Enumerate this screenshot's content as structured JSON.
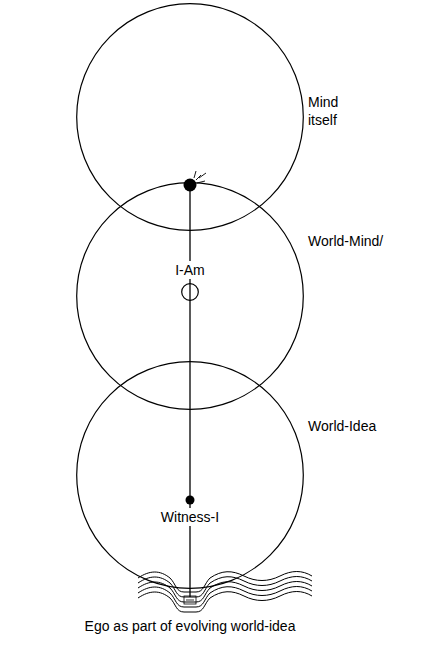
{
  "diagram": {
    "nodes": [
      {
        "text": [
          "Mind itself"
        ]
      },
      {
        "text": [
          "World-Mind/"
        ]
      },
      {
        "text": [
          "World-Idea"
        ]
      },
      {
        "text": [
          "I-Am"
        ],
        "in": 1
      }
    ],
    "labels": [
      "Witness-I",
      "Ego as part of evolving world-idea"
    ]
  }
}
